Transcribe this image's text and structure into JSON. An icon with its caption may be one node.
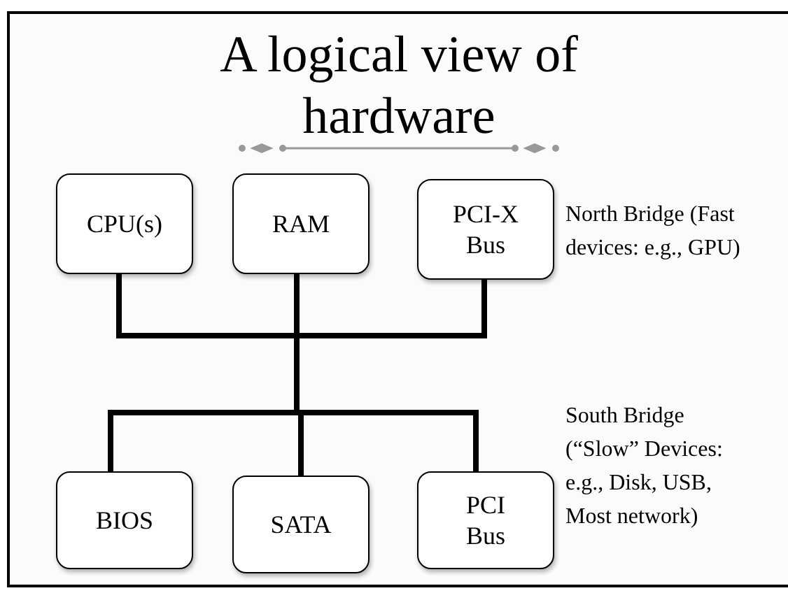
{
  "diagram": {
    "title": "A logical view of hardware",
    "nodes": [
      {
        "text": [
          "CPU(s)"
        ]
      },
      {
        "text": [
          "RAM"
        ]
      },
      {
        "text": [
          "PCI-X Bus"
        ]
      },
      {
        "text": [
          "BIOS"
        ]
      },
      {
        "text": [
          "SATA"
        ]
      },
      {
        "text": [
          "PCI Bus"
        ]
      }
    ],
    "edges": [
      {
        "from": 0,
        "to": 3,
        "arrow": "none"
      },
      {
        "from": 0,
        "to": 4,
        "arrow": "none"
      },
      {
        "from": 0,
        "to": 5,
        "arrow": "none"
      },
      {
        "from": 1,
        "to": 3,
        "arrow": "none"
      },
      {
        "from": 1,
        "to": 4,
        "arrow": "none"
      },
      {
        "from": 1,
        "to": 5,
        "arrow": "none"
      },
      {
        "from": 2,
        "to": 3,
        "arrow": "none"
      },
      {
        "from": 2,
        "to": 4,
        "arrow": "none"
      },
      {
        "from": 2,
        "to": 5,
        "arrow": "none"
      }
    ],
    "labels": [
      "North Bridge (Fast devices: e.g., GPU)",
      "South Bridge (“Slow” Devices: e.g., Disk, USB, Most network)"
    ]
  }
}
